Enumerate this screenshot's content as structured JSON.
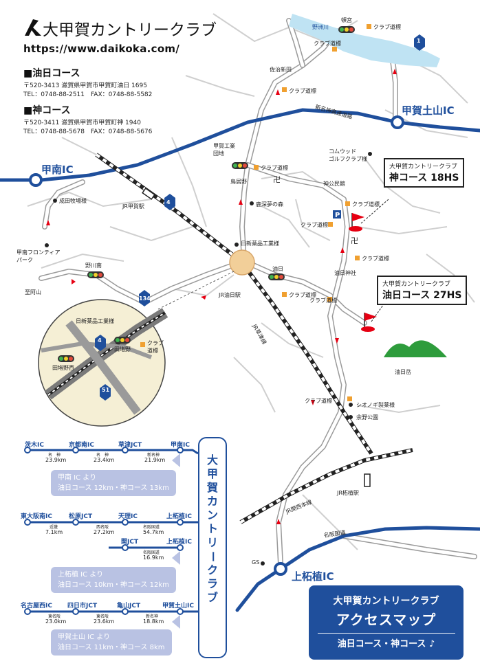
{
  "header": {
    "brand": "大甲賀カントリークラブ",
    "url": "https://www.daikoka.com/",
    "courses": [
      {
        "name": "■油日コース",
        "address": "〒520-3413 滋賀県甲賀市甲賀町油日 1695",
        "tel": "TEL：0748-88-2511　FAX：0748-88-5582"
      },
      {
        "name": "■神コース",
        "address": "〒520-3411 滋賀県甲賀市甲賀町神 1940",
        "tel": "TEL：0748-88-5678　FAX：0748-88-5676"
      }
    ]
  },
  "interchanges": {
    "konan": "甲南IC",
    "koka_tsuchiyama": "甲賀土山IC",
    "kamitsuge": "上柘植IC"
  },
  "labels": {
    "kyomiya": "頓宮",
    "river": "野洲川",
    "route1": "1",
    "route4": "4",
    "route134": "134",
    "route51": "51",
    "club_sign": "クラブ道標",
    "sajishinden": "佐治新田",
    "highway": "新名神高速道路",
    "comwood": "コムウッド\nゴルフクラブ様",
    "koka_kogyo": "甲賀工業\n団地",
    "toriino": "鳥居野",
    "kamimin": "神公民館",
    "narita": "成田牧場様",
    "jr_koka": "JR甲賀駅",
    "rokujimu": "鹿深夢の森",
    "nisshin": "日新薬品工業様",
    "konan_frontier": "甲南フロンティア\nパーク",
    "nogawaminami": "野川南",
    "abura": "油日",
    "aburahi_shrine": "油日神社",
    "shiaya": "至阿山",
    "jr_aburahi": "JR油日駅",
    "jr_kusatsu": "JR草津線",
    "aburadake": "油日岳",
    "shionogi": "シオノギ製薬様",
    "yono_park": "余野公園",
    "jr_tsuge": "JR柘植駅",
    "jr_kansai": "JR関西本線",
    "meihan": "名阪国道",
    "gs": "GS",
    "inset_nisshin": "日新薬品工業様",
    "inset_tasakano": "田堵野",
    "inset_tasakanonishi": "田堵野西",
    "inset_club": "クラブ\n道標"
  },
  "callouts": {
    "kami": {
      "club": "大甲賀カントリークラブ",
      "course": "神コース 18HS"
    },
    "abura": {
      "club": "大甲賀カントリークラブ",
      "course": "油日コース 27HS"
    }
  },
  "routes": [
    {
      "points": [
        "茨木IC",
        "京都南IC",
        "草津JCT",
        "甲南IC"
      ],
      "roads": [
        "名　神",
        "名　神",
        "新名神"
      ],
      "dists": [
        "23.9km",
        "23.4km",
        "21.9km"
      ],
      "note": "甲南 IC より\n油日コース 12km・神コース 13km"
    },
    {
      "points": [
        "東大阪南IC",
        "松原JCT",
        "天理IC",
        "上柘植IC"
      ],
      "roads": [
        "近畿",
        "西名阪",
        "名阪国道"
      ],
      "dists": [
        "7.1km",
        "27.2km",
        "54.7km"
      ],
      "points2": [
        "関JCT",
        "上柘植IC"
      ],
      "roads2": [
        "名阪国道"
      ],
      "dists2": [
        "16.9km"
      ],
      "note": "上柘植 IC より\n油日コース 10km・神コース 12km"
    },
    {
      "points": [
        "名古屋西IC",
        "四日市JCT",
        "亀山JCT",
        "甲賀土山IC"
      ],
      "roads": [
        "東名阪",
        "東名阪",
        "新名神"
      ],
      "dists": [
        "23.0km",
        "23.6km",
        "18.8km"
      ],
      "note": "甲賀土山 IC より\n油日コース 11km・神コース 8km"
    }
  ],
  "vertical_banner": "大甲賀カントリークラブ",
  "panel": {
    "club": "大甲賀カントリークラブ",
    "title": "アクセスマップ",
    "courses": "油日コース・神コース ♪"
  },
  "colors": {
    "highway": "#1f4f9c",
    "railway": "#222222",
    "road": "#b5b5b5",
    "small_road": "#cfcfcf",
    "river": "#bfe3f3",
    "route_box": "#b9c2e3",
    "flag": "#e60012",
    "mountain": "#2e9c3c",
    "sign": "#f0a030",
    "inset_bg": "#f5efd5"
  }
}
